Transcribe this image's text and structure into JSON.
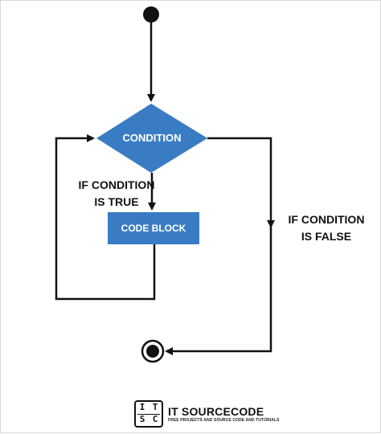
{
  "diagram": {
    "condition_label": "CONDITION",
    "code_block_label": "CODE BLOCK",
    "true_label_line1": "IF CONDITION",
    "true_label_line2": "IS TRUE",
    "false_label_line1": "IF CONDITION",
    "false_label_line2": "IS FALSE"
  },
  "logo": {
    "mark": [
      "I",
      "T",
      "S",
      "C"
    ],
    "name": "IT SOURCECODE",
    "tagline": "FREE PROJECTS AND SOURCE CODE AND TUTORIALS"
  },
  "colors": {
    "node_fill": "#3a7cc3",
    "line": "#111111",
    "text_on_node": "#ffffff"
  }
}
